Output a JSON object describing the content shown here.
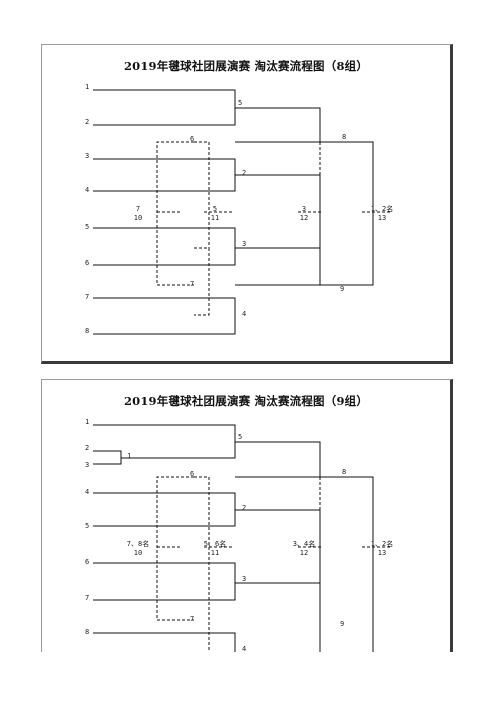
{
  "bracket_8": {
    "title": "2019年毽球社团展演赛 淘汰赛流程图（8组）",
    "seeds": [
      "1",
      "2",
      "3",
      "4",
      "5",
      "6",
      "7",
      "8"
    ],
    "match_numbers": {
      "m1": "5",
      "m2": "2",
      "m3": "3",
      "m4": "4",
      "l1": "6",
      "l2": "7",
      "s1": "8",
      "s2": "9"
    },
    "placement": {
      "p7_top": "7",
      "p7_bottom": "10",
      "p5_top": "5",
      "p5_bottom": "11",
      "p3_top": "3",
      "p3_bottom": "12",
      "p1_top": "1、2名",
      "p1_bottom": "13"
    }
  },
  "bracket_9": {
    "title": "2019年毽球社团展演赛 淘汰赛流程图（9组）",
    "seeds": [
      "1",
      "2",
      "3",
      "4",
      "5",
      "6",
      "7",
      "8"
    ],
    "prelim_match": "1",
    "match_numbers": {
      "m1": "5",
      "m2": "2",
      "m3": "3",
      "m4": "4",
      "l1": "6",
      "l2": "7",
      "s1": "8",
      "s2": "9"
    },
    "placement": {
      "p7_top": "7、8名",
      "p7_bottom": "10",
      "p5_top": "5、6名",
      "p5_bottom": "11",
      "p3_top": "3、4名",
      "p3_bottom": "12",
      "p1_top": "1、2名",
      "p1_bottom": "13"
    }
  }
}
